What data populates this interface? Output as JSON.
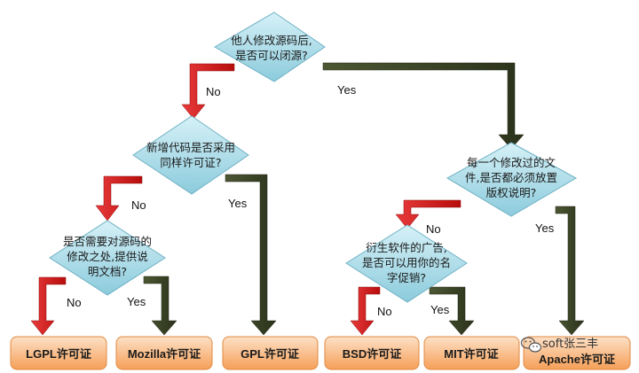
{
  "colors": {
    "no_arrow": "#cc1616",
    "yes_arrow": "#3b4327",
    "diamond": "#a9dbe8",
    "box": "#f9b478"
  },
  "decisions": {
    "q1": [
      "他人修改源码后,",
      "是否可以闭源?"
    ],
    "q2": [
      "新增代码是否采用",
      "同样许可证?"
    ],
    "q3": [
      "是否需要对源码的",
      "修改之处,提供说",
      "明文档?"
    ],
    "q4": [
      "每一个修改过的文",
      "件,是否都必须放置",
      "版权说明?"
    ],
    "q5": [
      "衍生软件的广告,",
      "是否可以用你的名",
      "字促销?"
    ]
  },
  "branch_labels": {
    "q1_no": "No",
    "q1_yes": "Yes",
    "q2_no": "No",
    "q2_yes": "Yes",
    "q3_no": "No",
    "q3_yes": "Yes",
    "q4_no": "No",
    "q4_yes": "Yes",
    "q5_no": "No",
    "q5_yes": "Yes"
  },
  "licenses": {
    "lgpl": "LGPL许可证",
    "mozilla": "Mozilla许可证",
    "gpl": "GPL许可证",
    "bsd": "BSD许可证",
    "mit": "MIT许可证",
    "apache": "Apache许可证"
  },
  "watermark": {
    "icon": "wechat-icon",
    "text": "soft张三丰"
  }
}
